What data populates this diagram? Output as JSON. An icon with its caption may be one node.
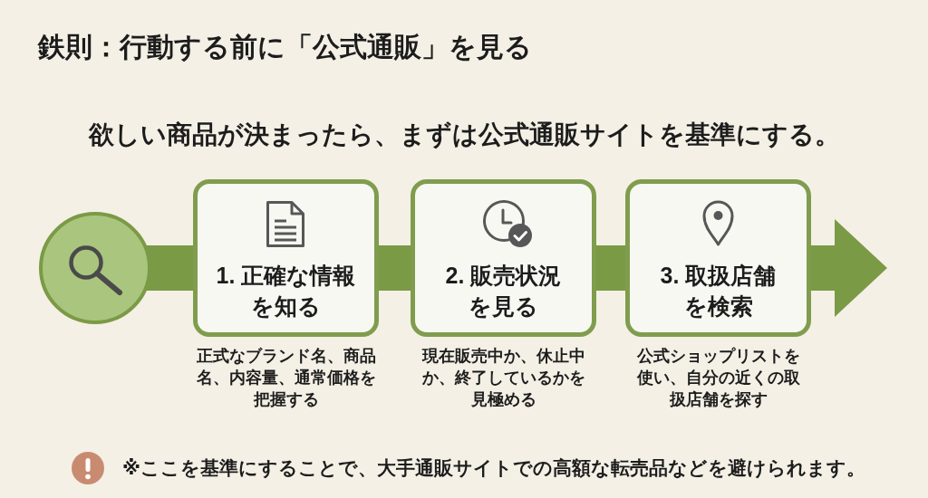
{
  "diagram": {
    "title": "鉄則：行動する前に「公式通販」を見る",
    "nodes": [
      {
        "text": [],
        "shape": "circle"
      },
      {
        "text": [
          "1. 正確な情報を知る"
        ],
        "beside": [
          "正式なブランド名、商品名、内容量、通常価格を把握する"
        ]
      },
      {
        "text": [
          "2. 販売状況を見る"
        ],
        "beside": [
          "現在販売中か、休止中か、終了しているかを見極める"
        ]
      },
      {
        "text": [
          "3. 取扱店舗を検索"
        ],
        "beside": [
          "公式ショップリストを使い、自分の近くの取扱店舗を探す"
        ]
      }
    ],
    "edges": [
      {
        "from": 0,
        "to": 1,
        "arrow": "none"
      },
      {
        "from": 1,
        "to": 2,
        "arrow": "none"
      },
      {
        "from": 2,
        "to": 3,
        "arrow": "none"
      },
      {
        "from": 3,
        "to": null,
        "arrow": "to"
      }
    ],
    "labels": [
      "欲しい商品が決まったら、まずは公式通販サイトを基準にする。",
      "※ここを基準にすることで、大手通販サイトでの高額な転売品などを避けられます。"
    ]
  }
}
